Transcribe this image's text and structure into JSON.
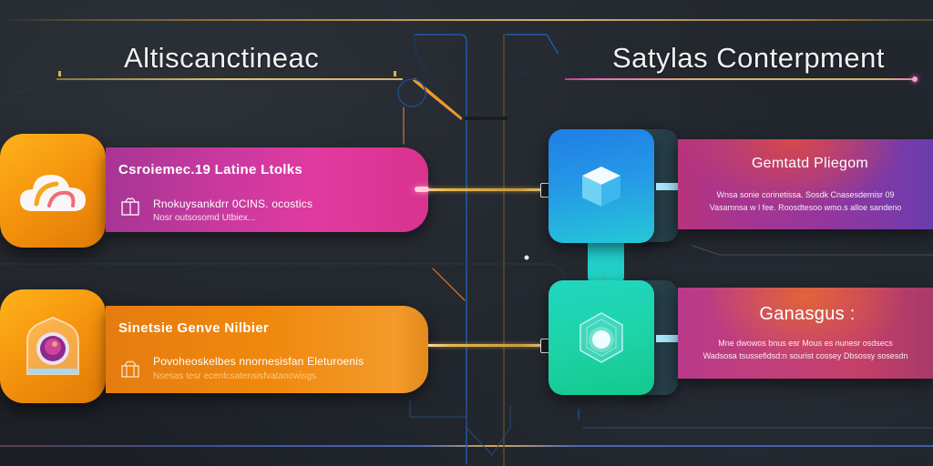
{
  "diagram": {
    "left_column": {
      "title": "Altiscanctineac",
      "cards": [
        {
          "title": "Csroiemec.19 Latine Ltolks",
          "line1": "Rnokuysankdrr 0CINS. ocostics",
          "line2": "Nosr outsosomd Utbiex...",
          "icon": "cloud-icon",
          "color": "#d8339f"
        },
        {
          "title": "Sinetsie Genve Nilbier",
          "line1": "Povoheoskelbes nnornesisfan Eleturoenis",
          "line2": "Nsesas tesr ecenlcsatensisfvatanowisgs",
          "icon": "camera-lens-icon",
          "color": "#f0880e"
        }
      ]
    },
    "right_column": {
      "title": "Satylas Conterpment",
      "cards": [
        {
          "title": "Gemtatd Pliegom",
          "line1": "Wnsa sonie corinetissa. Sosdk Cnasesdemisr 09",
          "line2": "Vasamnsa w l fee. Roosdtesoo wmo.s alloe sandeno",
          "icon": "cube-icon",
          "color": "#96369c"
        },
        {
          "title": "Ganasgus :",
          "line1": "Mne dwowos bnus esr Mous es nunesr osdsecs",
          "line2": "Wadsosa tsussefidsd:n sourist cossey Dbsossy sosesdn",
          "icon": "hexagon-crystal-icon",
          "color": "#c4406a"
        }
      ]
    },
    "colors": {
      "background": "#22262c",
      "gold_line": "#d4b468",
      "pink_accent": "#e66fb4",
      "blue_line": "#4a64b8"
    }
  }
}
